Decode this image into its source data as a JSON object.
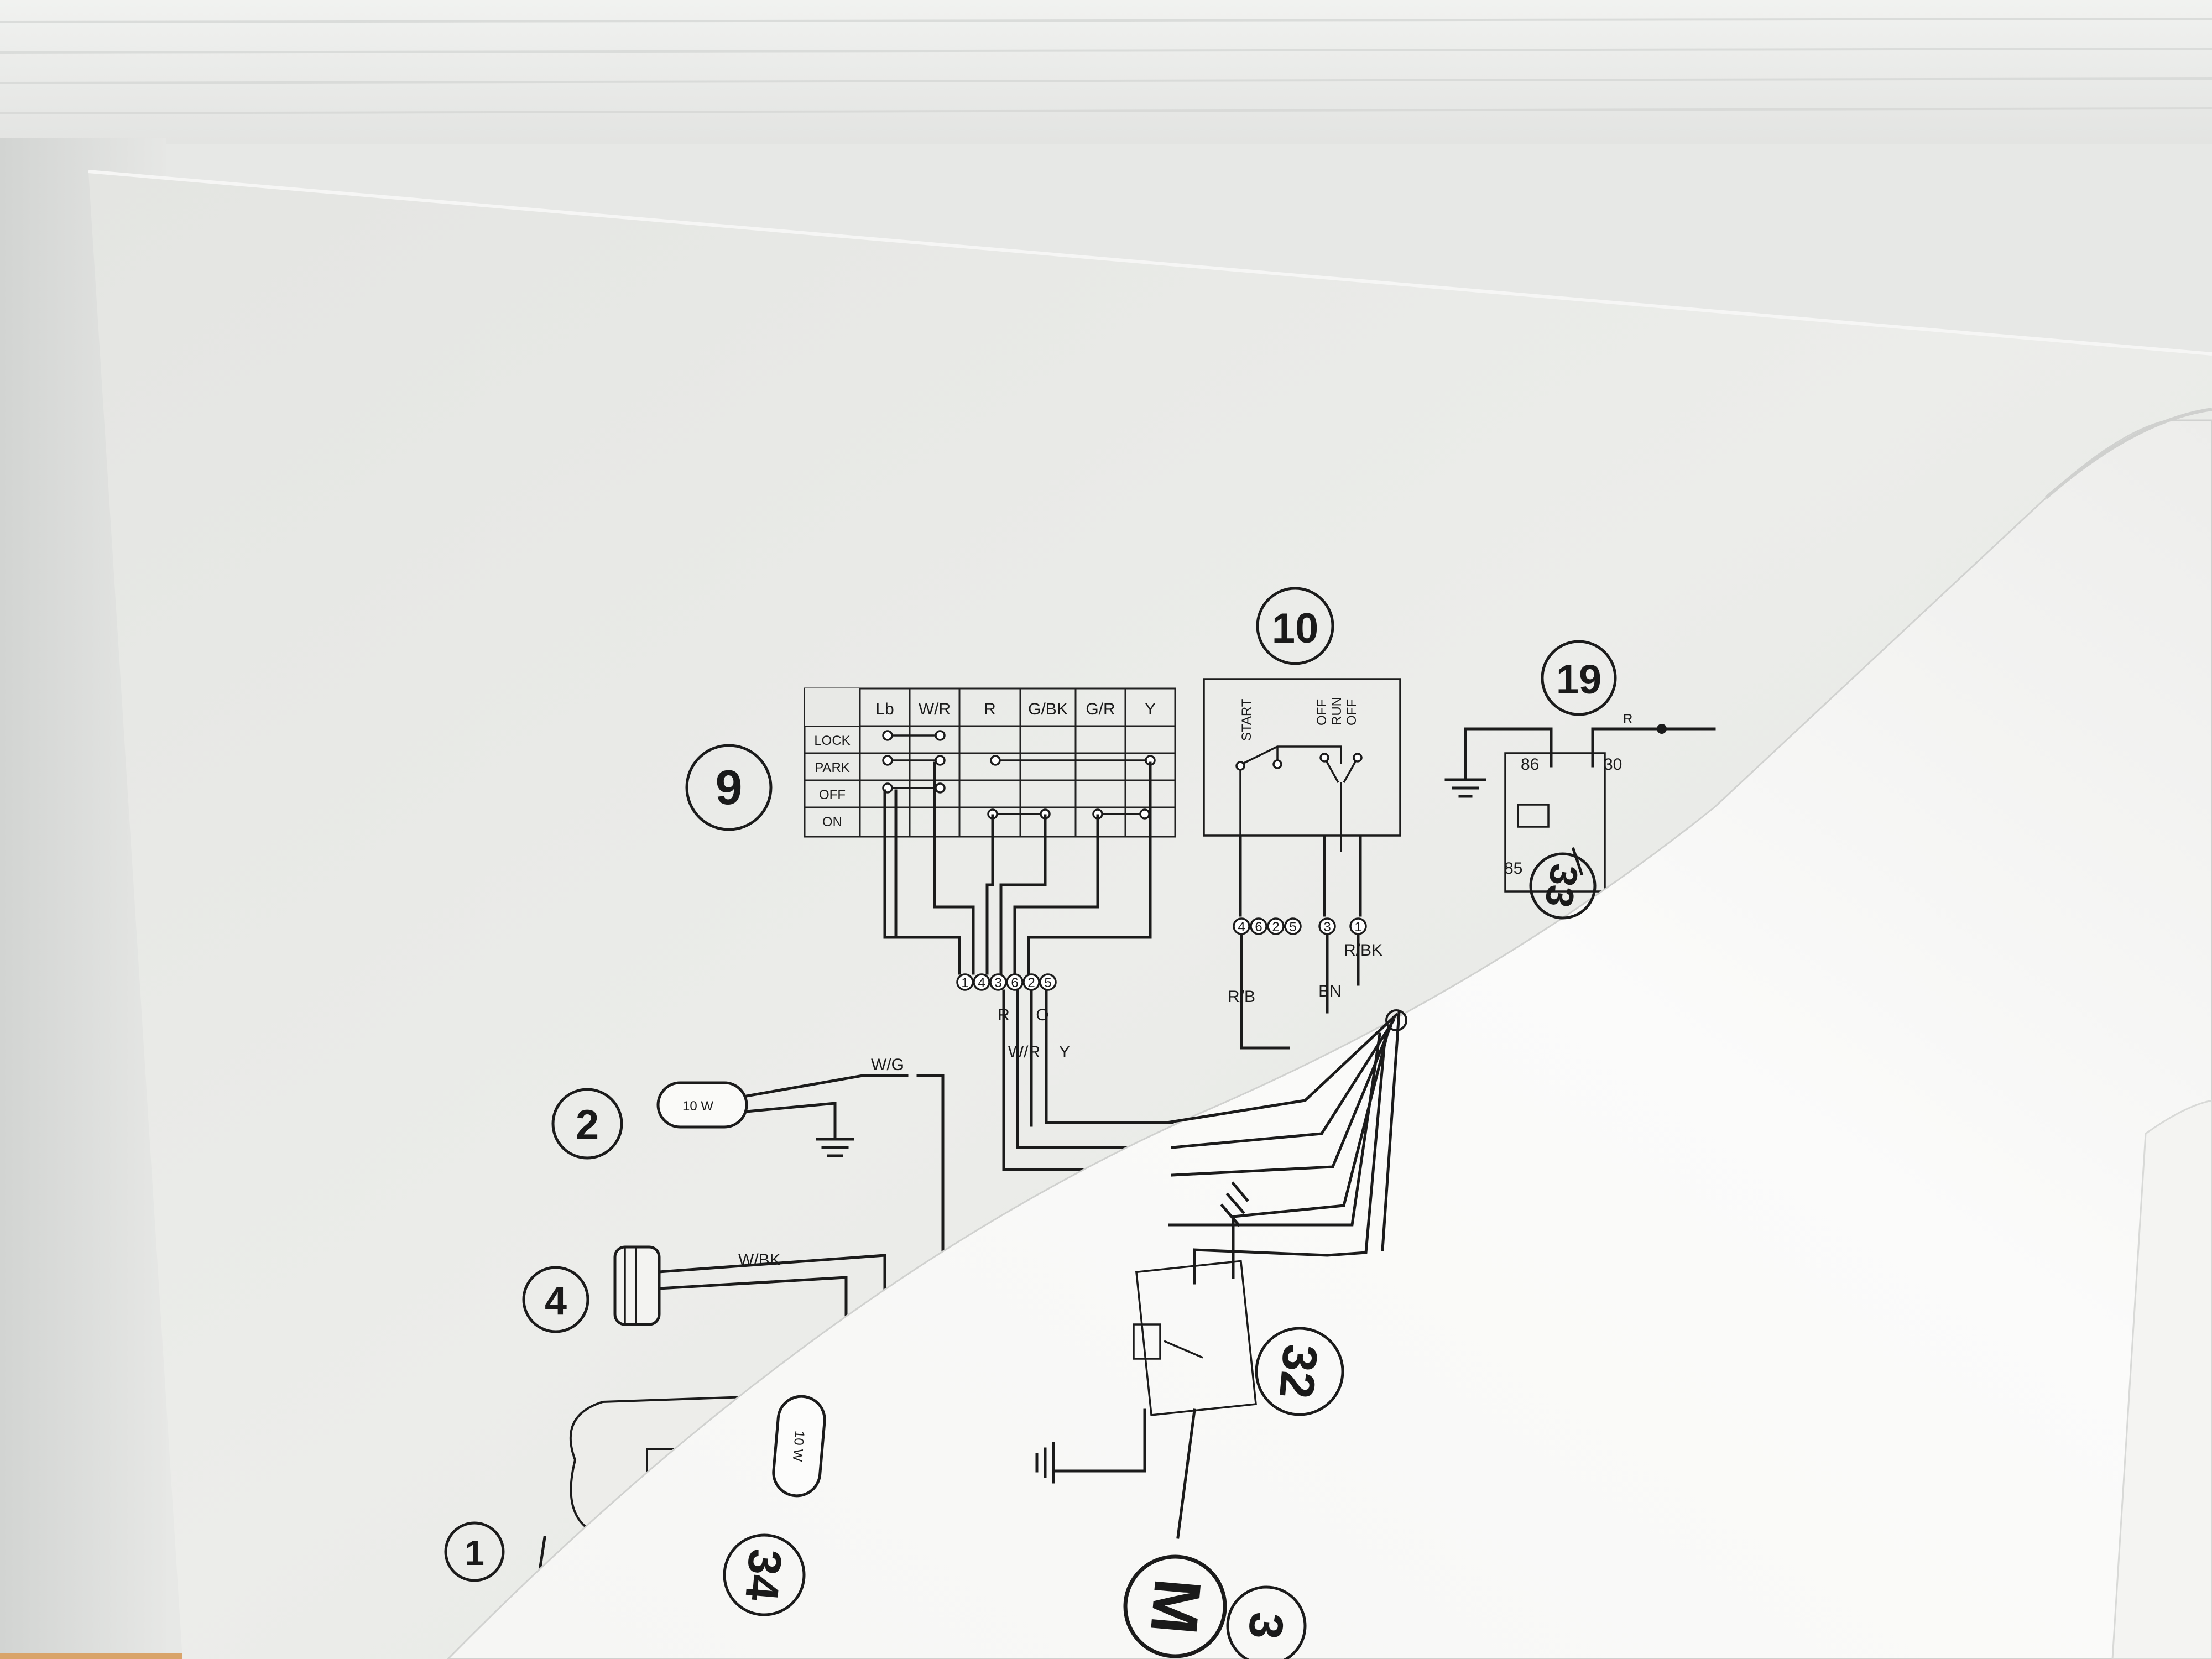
{
  "callouts": {
    "c1": "1",
    "c2": "2",
    "c4": "4",
    "c9": "9",
    "c10": "10",
    "c19": "19",
    "c32": "32",
    "c33": "33",
    "c34": "34",
    "c3": "3"
  },
  "switch_table": {
    "headers": [
      "Lb",
      "W/R",
      "R",
      "G/BK",
      "G/R",
      "Y"
    ],
    "rows": [
      "LOCK",
      "PARK",
      "OFF",
      "ON"
    ]
  },
  "wire_labels": {
    "r": "R",
    "o": "O",
    "wr": "W/R",
    "y": "Y",
    "wg": "W/G",
    "wbk": "W/BK",
    "rb": "R/B",
    "bn": "BN",
    "rbk": "R/BK",
    "r_top": "R"
  },
  "connectors": {
    "sw9": [
      "1",
      "4",
      "3",
      "6",
      "2",
      "5"
    ],
    "sw10": [
      "4",
      "6",
      "2",
      "5",
      "3",
      "1"
    ]
  },
  "switch10": {
    "start": "START",
    "off1": "OFF",
    "run": "RUN",
    "off2": "OFF"
  },
  "relay19": {
    "p86": "86",
    "p30": "30",
    "p85": "85"
  },
  "bulbs": {
    "b2": "10 W",
    "b34": "10 W"
  },
  "motor": "M"
}
